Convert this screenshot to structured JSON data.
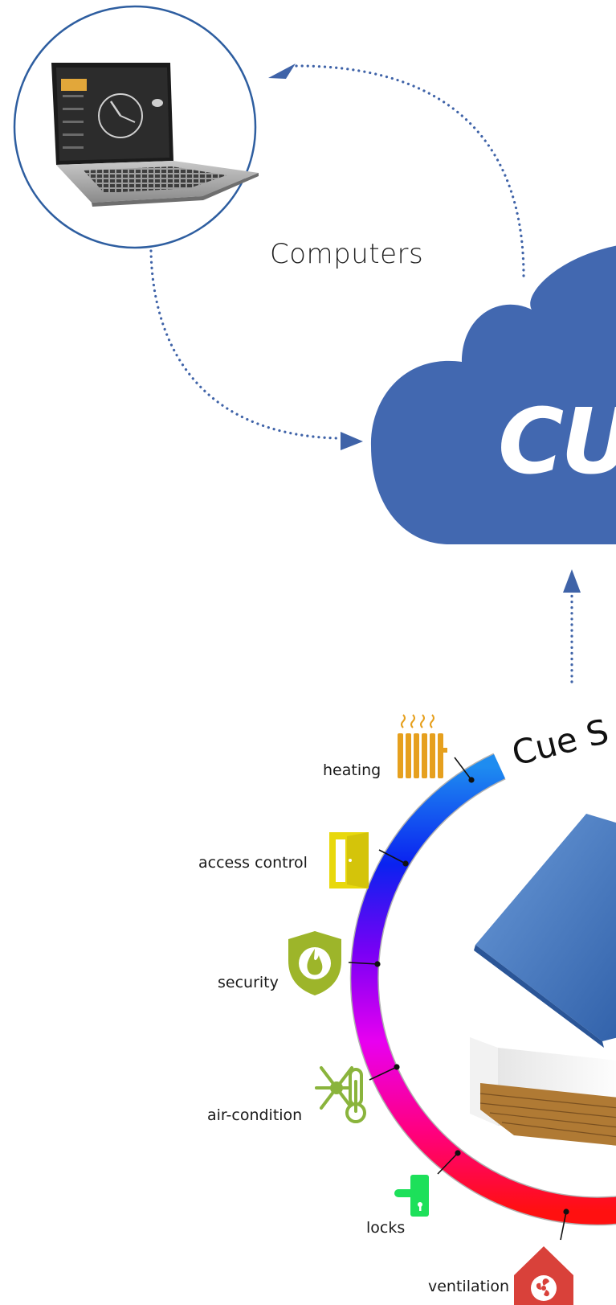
{
  "labels": {
    "computers": "Computers",
    "cloud_text": "CU",
    "ring_title": "Cue S"
  },
  "features": [
    {
      "id": "heating",
      "label": "heating",
      "icon": "radiator-icon",
      "color": "#e6a01e"
    },
    {
      "id": "access",
      "label": "access control",
      "icon": "door-icon",
      "color": "#e8d80c"
    },
    {
      "id": "security",
      "label": "security",
      "icon": "fire-shield-icon",
      "color": "#9db52a"
    },
    {
      "id": "aircon",
      "label": "air-condition",
      "icon": "snowflake-thermometer-icon",
      "color": "#8ab43c"
    },
    {
      "id": "locks",
      "label": "locks",
      "icon": "door-handle-icon",
      "color": "#1de05a"
    },
    {
      "id": "ventilation",
      "label": "ventilation",
      "icon": "fan-house-icon",
      "color": "#d9413a"
    }
  ],
  "colors": {
    "cloud": "#4268b0",
    "circle_border": "#2e5ea0",
    "dots": "#3f63a8",
    "roof": "#3f73b8"
  }
}
